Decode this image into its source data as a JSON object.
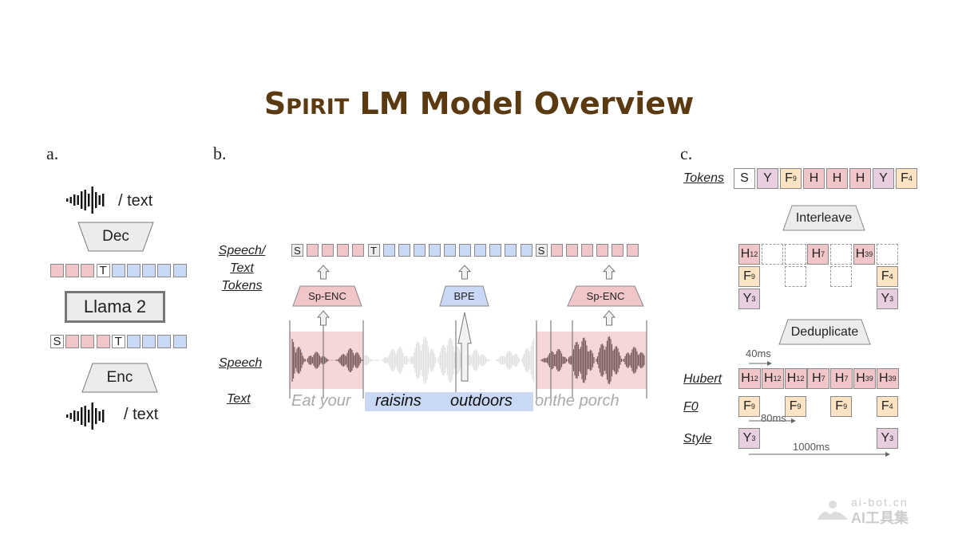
{
  "title": {
    "prefix": "Spirit",
    "rest": " LM Model Overview",
    "color": "#5b3a12"
  },
  "panel_a": {
    "label": "a.",
    "top_output": "/ text",
    "decoder": "Dec",
    "output_tokens": [
      {
        "t": "pink"
      },
      {
        "t": "pink"
      },
      {
        "t": "pink"
      },
      {
        "t": "white",
        "main": "T"
      },
      {
        "t": "blue"
      },
      {
        "t": "blue"
      },
      {
        "t": "blue"
      },
      {
        "t": "blue"
      },
      {
        "t": "blue"
      }
    ],
    "model": "Llama 2",
    "input_tokens": [
      {
        "t": "white",
        "main": "S"
      },
      {
        "t": "pink"
      },
      {
        "t": "pink"
      },
      {
        "t": "pink"
      },
      {
        "t": "white",
        "main": "T"
      },
      {
        "t": "blue"
      },
      {
        "t": "blue"
      },
      {
        "t": "blue"
      },
      {
        "t": "blue"
      }
    ],
    "encoder": "Enc",
    "bottom_input": "/ text",
    "icon": "waveform-icon"
  },
  "panel_b": {
    "label": "b.",
    "row_labels": {
      "tokens_line1": "Speech/",
      "tokens_line2": "Text",
      "tokens_line3": "Tokens",
      "speech": "Speech",
      "text": "Text"
    },
    "tokens": [
      {
        "t": "gray",
        "main": "S"
      },
      {
        "t": "pink"
      },
      {
        "t": "pink"
      },
      {
        "t": "pink"
      },
      {
        "t": "pink"
      },
      {
        "t": "gray",
        "main": "T"
      },
      {
        "t": "blue"
      },
      {
        "t": "blue"
      },
      {
        "t": "blue"
      },
      {
        "t": "blue"
      },
      {
        "t": "blue"
      },
      {
        "t": "blue"
      },
      {
        "t": "blue"
      },
      {
        "t": "blue"
      },
      {
        "t": "blue"
      },
      {
        "t": "blue"
      },
      {
        "t": "gray",
        "main": "S"
      },
      {
        "t": "pink"
      },
      {
        "t": "pink"
      },
      {
        "t": "pink"
      },
      {
        "t": "pink"
      },
      {
        "t": "pink"
      },
      {
        "t": "pink"
      }
    ],
    "encoders": {
      "left": "Sp-ENC",
      "middle": "BPE",
      "right": "Sp-ENC"
    },
    "text": {
      "speech_part1": "Eat your",
      "text_word1": "raisins",
      "text_word2": "outdoors",
      "speech_part2": "onthe porch"
    },
    "colors": {
      "speech": "#f1c6c8",
      "text": "#c9d9f5"
    }
  },
  "panel_c": {
    "label": "c.",
    "row_labels": {
      "tokens": "Tokens",
      "hubert": "Hubert",
      "f0": "F0",
      "style": "Style"
    },
    "tokens": [
      {
        "t": "white",
        "main": "S"
      },
      {
        "t": "mauve",
        "main": "Y"
      },
      {
        "t": "peach",
        "main": "F",
        "sub": "9"
      },
      {
        "t": "pink",
        "main": "H"
      },
      {
        "t": "pink",
        "main": "H"
      },
      {
        "t": "pink",
        "main": "H"
      },
      {
        "t": "mauve",
        "main": "Y"
      },
      {
        "t": "peach",
        "main": "F",
        "sub": "4"
      }
    ],
    "interleave": "Interleave",
    "deduplicate": "Deduplicate",
    "dedup_grid": {
      "row1": [
        {
          "t": "pink",
          "main": "H",
          "sub": "12"
        },
        {
          "t": "dash"
        },
        {
          "t": "dash"
        },
        {
          "t": "pink",
          "main": "H",
          "sub": "7"
        },
        {
          "t": "dash"
        },
        {
          "t": "pink",
          "main": "H",
          "sub": "39"
        },
        {
          "t": "dash"
        }
      ],
      "row2": [
        {
          "t": "peach",
          "main": "F",
          "sub": "9"
        },
        null,
        {
          "t": "dash"
        },
        null,
        {
          "t": "dash"
        },
        null,
        {
          "t": "peach",
          "main": "F",
          "sub": "4"
        }
      ],
      "row3": [
        {
          "t": "mauve",
          "main": "Y",
          "sub": "3"
        },
        null,
        null,
        null,
        null,
        null,
        {
          "t": "mauve",
          "main": "Y",
          "sub": "3"
        }
      ]
    },
    "hubert": [
      {
        "t": "pink",
        "main": "H",
        "sub": "12"
      },
      {
        "t": "pink",
        "main": "H",
        "sub": "12"
      },
      {
        "t": "pink",
        "main": "H",
        "sub": "12"
      },
      {
        "t": "pink",
        "main": "H",
        "sub": "7"
      },
      {
        "t": "pink",
        "main": "H",
        "sub": "7"
      },
      {
        "t": "pink",
        "main": "H",
        "sub": "39"
      },
      {
        "t": "pink",
        "main": "H",
        "sub": "39"
      }
    ],
    "f0": [
      {
        "t": "peach",
        "main": "F",
        "sub": "9"
      },
      null,
      {
        "t": "peach",
        "main": "F",
        "sub": "9"
      },
      null,
      {
        "t": "peach",
        "main": "F",
        "sub": "9"
      },
      null,
      {
        "t": "peach",
        "main": "F",
        "sub": "4"
      }
    ],
    "style": [
      {
        "t": "mauve",
        "main": "Y",
        "sub": "3"
      },
      null,
      null,
      null,
      null,
      null,
      {
        "t": "mauve",
        "main": "Y",
        "sub": "3"
      }
    ],
    "rates": {
      "hubert": "40ms",
      "f0": "80ms",
      "style": "1000ms"
    }
  },
  "watermark": {
    "line1": "ai-bot.cn",
    "line2": "AI工具集"
  }
}
